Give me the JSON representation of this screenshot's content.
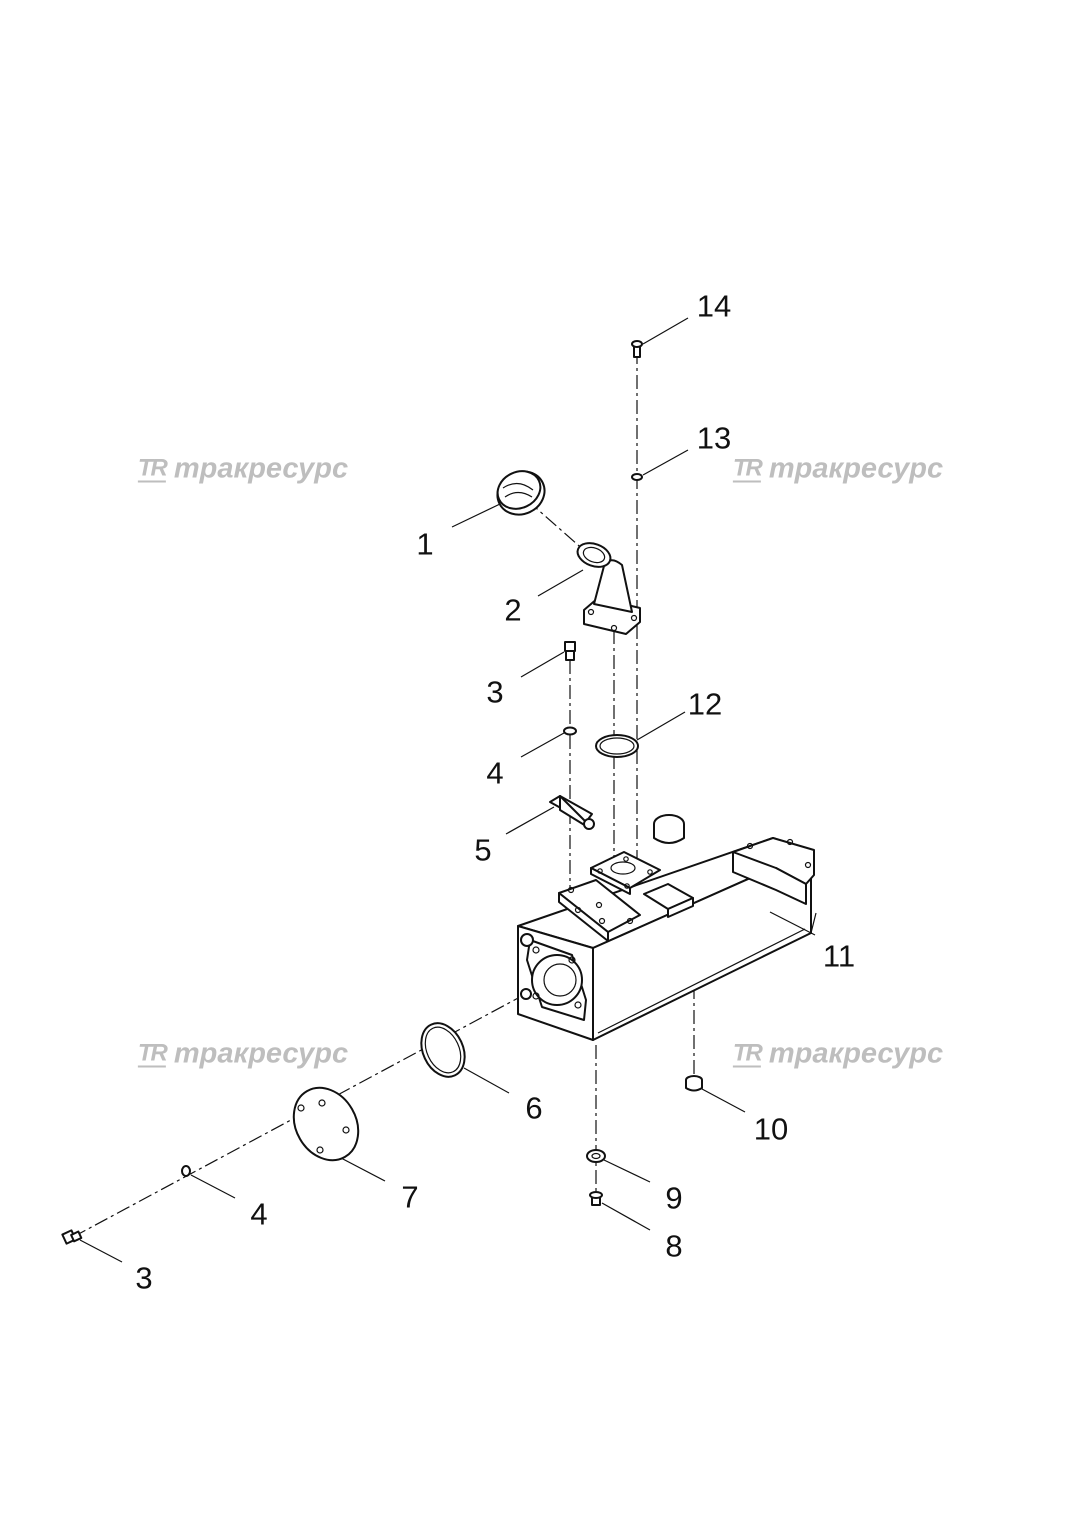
{
  "watermark": {
    "logo": "TR",
    "text": "тракресурс"
  },
  "callouts": [
    "14",
    "13",
    "1",
    "2",
    "3",
    "12",
    "4",
    "5",
    "11",
    "6",
    "10",
    "7",
    "9",
    "4",
    "3",
    "8"
  ],
  "colors": {
    "line": "#111111",
    "watermark": "#8a8a8a",
    "background": "#ffffff"
  }
}
